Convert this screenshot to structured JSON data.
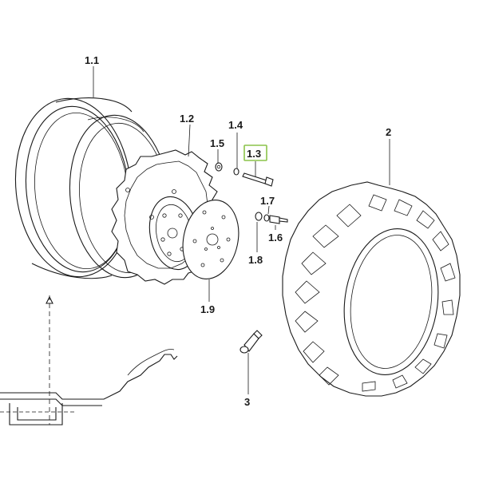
{
  "parts": [
    {
      "id": "1.1",
      "label": "1.1"
    },
    {
      "id": "1.2",
      "label": "1.2"
    },
    {
      "id": "1.3",
      "label": "1.3",
      "highlighted": true
    },
    {
      "id": "1.4",
      "label": "1.4"
    },
    {
      "id": "1.5",
      "label": "1.5"
    },
    {
      "id": "1.6",
      "label": "1.6"
    },
    {
      "id": "1.7",
      "label": "1.7"
    },
    {
      "id": "1.8",
      "label": "1.8"
    },
    {
      "id": "1.9",
      "label": "1.9"
    },
    {
      "id": "2",
      "label": "2"
    },
    {
      "id": "3",
      "label": "3"
    }
  ],
  "colors": {
    "line": "#1a1a1a",
    "highlight": "#8bc34a",
    "background": "#ffffff"
  }
}
